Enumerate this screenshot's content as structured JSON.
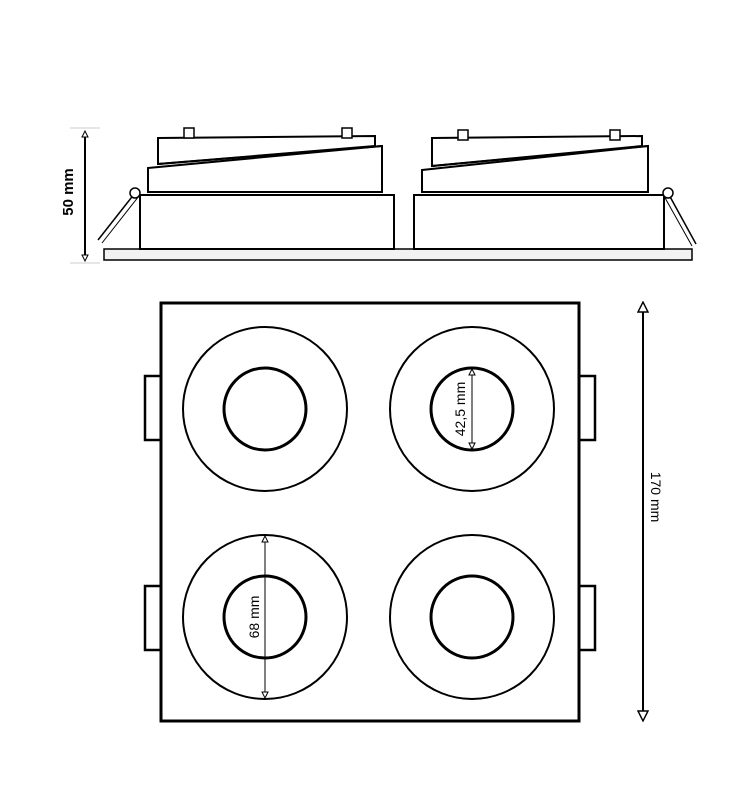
{
  "side_view": {
    "height_label": "50 mm"
  },
  "top_view": {
    "width_label": "170 mm",
    "inner_diameter_label": "42,5 mm",
    "outer_diameter_label": "68 mm"
  },
  "colors": {
    "line": "#000000",
    "background": "#ffffff",
    "base_plate": "#f2f2f2"
  }
}
